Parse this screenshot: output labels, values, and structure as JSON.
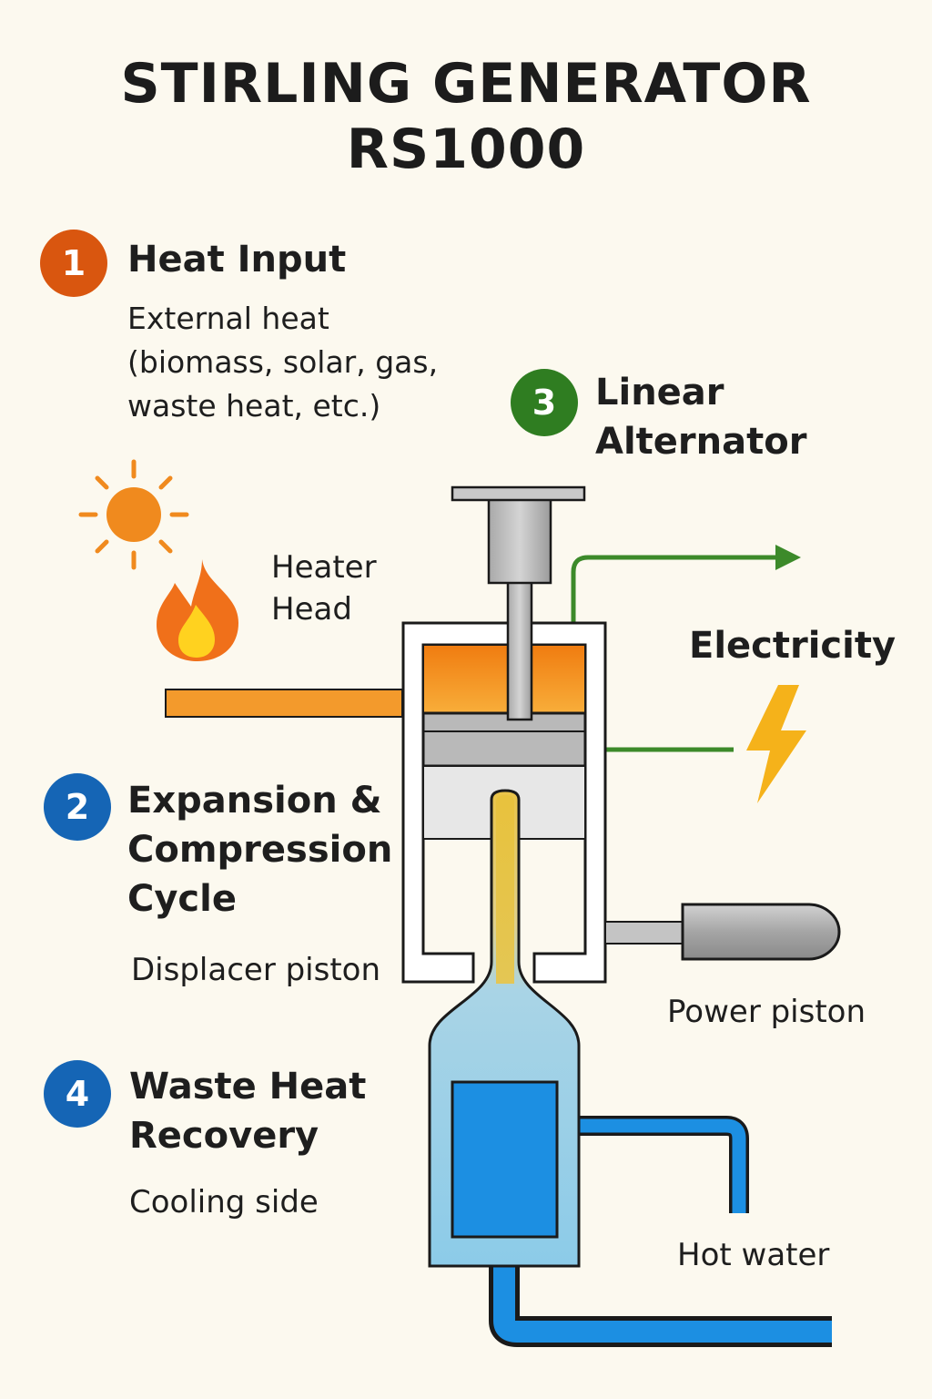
{
  "title": {
    "line1": "STIRLING GENERATOR",
    "line2": "RS1000"
  },
  "steps": [
    {
      "number": "1",
      "heading": [
        "Heat Input"
      ],
      "description": [
        "External heat",
        "(biomass, solar, gas,",
        "waste heat, etc.)"
      ],
      "color": "#d9560f"
    },
    {
      "number": "2",
      "heading": [
        "Expansion &",
        "Compression",
        "Cycle"
      ],
      "description": [
        "Displacer piston"
      ],
      "color": "#1565b5"
    },
    {
      "number": "3",
      "heading": [
        "Linear",
        "Alternator"
      ],
      "description": [],
      "color": "#2f7d21"
    },
    {
      "number": "4",
      "heading": [
        "Waste Heat",
        "Recovery"
      ],
      "description": [
        "Cooling side"
      ],
      "color": "#1565b5"
    }
  ],
  "labels": {
    "heater_head": [
      "Heater",
      "Head"
    ],
    "electricity": "Electricity",
    "power_piston": "Power piston",
    "hot_water": "Hot water"
  },
  "icons": {
    "sun": "sun-icon",
    "flame": "flame-icon",
    "lightning": "lightning-icon"
  },
  "colors": {
    "background": "#fcf9ef",
    "heat": "#f39a2c",
    "electric_wire": "#3c8a2a",
    "lightning": "#f5b21a",
    "working_fluid": "#e8c23d",
    "cooling_water": "#1c8fe2",
    "outline": "#1a1a1a"
  }
}
